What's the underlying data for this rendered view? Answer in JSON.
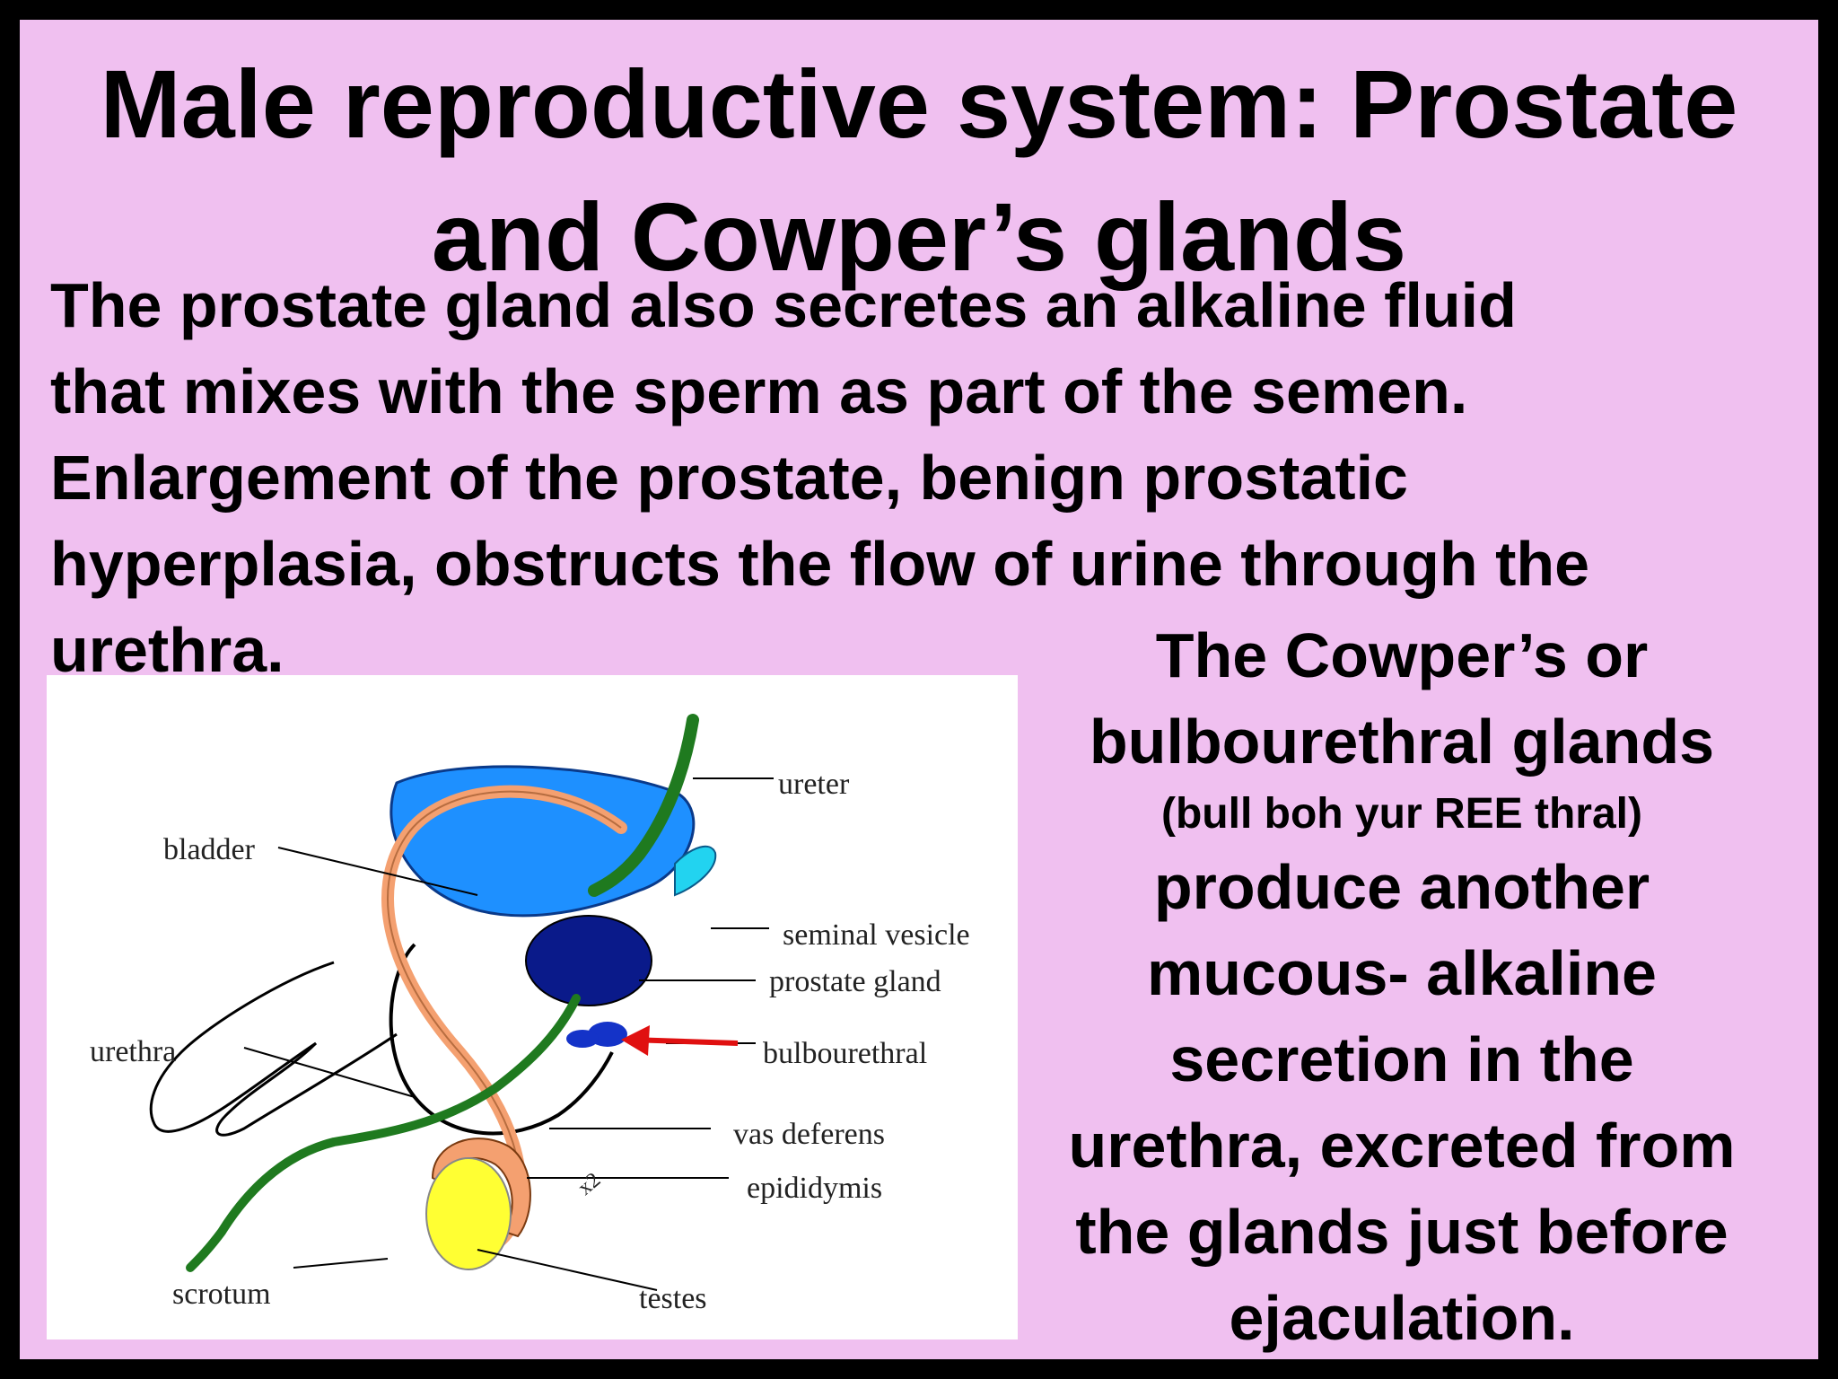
{
  "title": {
    "line1": "Male reproductive system: Prostate",
    "line2": "and Cowper’s glands"
  },
  "body": {
    "lines": [
      "The prostate gland also secretes an alkaline fluid",
      "that mixes with the sperm as part of the semen.",
      "Enlargement of the prostate, benign prostatic",
      "hyperplasia, obstructs the flow of urine through the",
      "urethra."
    ]
  },
  "cowper": {
    "line1": "The Cowper’s  or",
    "line2": "bulbourethral glands",
    "pronunciation": "(bull boh yur REE thral)",
    "line3": "produce another",
    "line4": "mucous- alkaline",
    "line5": "secretion in the",
    "line6": "urethra, excreted from",
    "line7": "the glands just before",
    "line8": "ejaculation."
  },
  "diagram": {
    "labels": {
      "ureter": "ureter",
      "bladder": "bladder",
      "seminal_vesicle": "seminal vesicle",
      "prostate_gland": "prostate gland",
      "urethra": "urethra",
      "bulbourethral": "bulbourethral",
      "vas_deferens": "vas deferens",
      "epididymis": "epididymis",
      "scrotum": "scrotum",
      "testes": "testes",
      "mark": "x2"
    },
    "colors": {
      "bladder": "#1e90ff",
      "ureter_urethra": "#1f7a1f",
      "seminal_vesicle": "#22d3f0",
      "prostate": "#0a1a8a",
      "bulbourethral": "#1433c8",
      "vas_deferens": "#f4a070",
      "testes": "#ffff33",
      "arrow": "#e01010"
    }
  }
}
